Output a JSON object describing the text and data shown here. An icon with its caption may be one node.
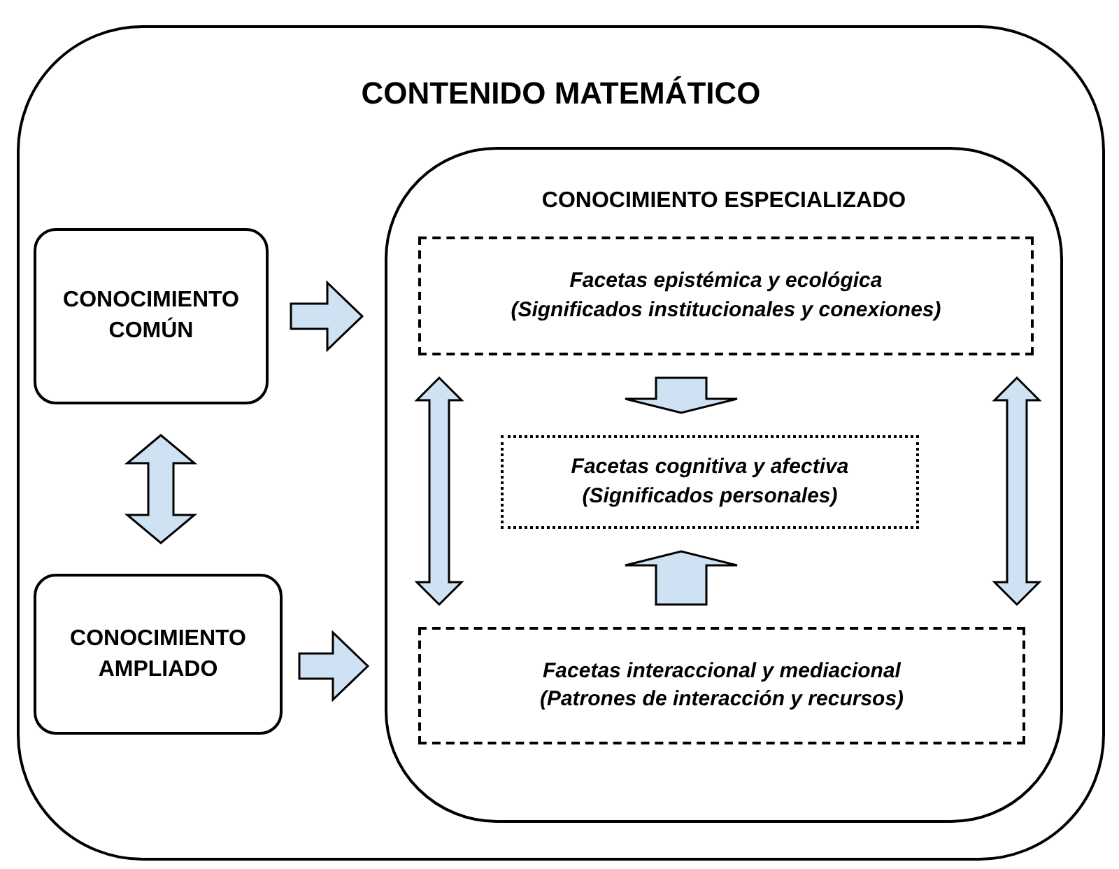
{
  "diagram": {
    "nodes": [
      {
        "text": [
          "CONTENIDO MATEMÁTICO"
        ]
      },
      {
        "text": [
          "CONOCIMIENTO COMÚN"
        ],
        "in": 0
      },
      {
        "text": [
          "CONOCIMIENTO AMPLIADO"
        ],
        "in": 0
      },
      {
        "text": [
          "CONOCIMIENTO ESPECIALIZADO"
        ],
        "in": 0
      },
      {
        "text": [
          "Facetas epistémica y ecológica",
          "(Significados institucionales y conexiones)"
        ],
        "in": 3
      },
      {
        "text": [
          "Facetas cognitiva y afectiva",
          "(Significados personales)"
        ],
        "in": 3
      },
      {
        "text": [
          "Facetas interaccional y mediacional",
          "(Patrones de interacción y recursos)"
        ],
        "in": 3
      }
    ],
    "edges": [
      {
        "from": 1,
        "to": 3,
        "arrow": "to"
      },
      {
        "from": 1,
        "to": 2,
        "arrow": "both"
      },
      {
        "from": 2,
        "to": 3,
        "arrow": "to"
      },
      {
        "from": 4,
        "to": 5,
        "arrow": "to"
      },
      {
        "from": 4,
        "to": 6,
        "arrow": "both"
      },
      {
        "from": 6,
        "to": 5,
        "arrow": "to"
      },
      {
        "from": 4,
        "to": 6,
        "arrow": "both"
      }
    ]
  }
}
